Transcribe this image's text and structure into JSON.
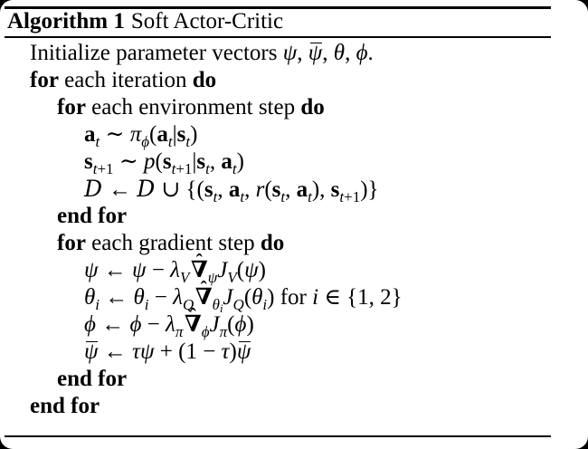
{
  "page": {
    "bg_outer": "#000000",
    "bg_card": "#ffffff",
    "text_color": "#000000",
    "rule_color": "#000000"
  },
  "symbols": {
    "hat": "ˆ"
  },
  "header": {
    "label": "Algorithm 1",
    "title": "Soft Actor-Critic"
  },
  "algorithm": {
    "lines": [
      {
        "indent": 0,
        "tokens": [
          {
            "t": "Initialize parameter vectors "
          },
          {
            "t": "ψ",
            "i": 1
          },
          {
            "t": ", "
          },
          {
            "t": "ψ",
            "i": 1,
            "bar": 1
          },
          {
            "t": ", "
          },
          {
            "t": "θ",
            "i": 1
          },
          {
            "t": ", "
          },
          {
            "t": "ϕ",
            "i": 1
          },
          {
            "t": "."
          }
        ]
      },
      {
        "indent": 0,
        "tokens": [
          {
            "t": "for",
            "b": 1
          },
          {
            "t": " each iteration "
          },
          {
            "t": "do",
            "b": 1
          }
        ]
      },
      {
        "indent": 1,
        "tokens": [
          {
            "t": "for",
            "b": 1
          },
          {
            "t": " each environment step "
          },
          {
            "t": "do",
            "b": 1
          }
        ]
      },
      {
        "indent": 2,
        "tokens": [
          {
            "t": "a",
            "bf": 1
          },
          {
            "t": "t",
            "i": 1,
            "sub": 1
          },
          {
            "t": " ∼ "
          },
          {
            "t": "π",
            "i": 1
          },
          {
            "t": "ϕ",
            "i": 1,
            "sub": 1
          },
          {
            "t": "("
          },
          {
            "t": "a",
            "bf": 1
          },
          {
            "t": "t",
            "i": 1,
            "sub": 1
          },
          {
            "t": "|"
          },
          {
            "t": "s",
            "bf": 1
          },
          {
            "t": "t",
            "i": 1,
            "sub": 1
          },
          {
            "t": ")"
          }
        ]
      },
      {
        "indent": 2,
        "tokens": [
          {
            "t": "s",
            "bf": 1
          },
          {
            "t": "t",
            "i": 1,
            "sub": 1
          },
          {
            "t": "+1",
            "sub": 1
          },
          {
            "t": " ∼ "
          },
          {
            "t": "p",
            "i": 1
          },
          {
            "t": "("
          },
          {
            "t": "s",
            "bf": 1
          },
          {
            "t": "t",
            "i": 1,
            "sub": 1
          },
          {
            "t": "+1",
            "sub": 1
          },
          {
            "t": "|"
          },
          {
            "t": "s",
            "bf": 1
          },
          {
            "t": "t",
            "i": 1,
            "sub": 1
          },
          {
            "t": ", "
          },
          {
            "t": "a",
            "bf": 1
          },
          {
            "t": "t",
            "i": 1,
            "sub": 1
          },
          {
            "t": ")"
          }
        ]
      },
      {
        "indent": 2,
        "tokens": [
          {
            "t": "D",
            "cal": 1
          },
          {
            "t": " ← "
          },
          {
            "t": "D",
            "cal": 1
          },
          {
            "t": " ∪ {("
          },
          {
            "t": "s",
            "bf": 1
          },
          {
            "t": "t",
            "i": 1,
            "sub": 1
          },
          {
            "t": ", "
          },
          {
            "t": "a",
            "bf": 1
          },
          {
            "t": "t",
            "i": 1,
            "sub": 1
          },
          {
            "t": ", "
          },
          {
            "t": "r",
            "i": 1
          },
          {
            "t": "("
          },
          {
            "t": "s",
            "bf": 1
          },
          {
            "t": "t",
            "i": 1,
            "sub": 1
          },
          {
            "t": ", "
          },
          {
            "t": "a",
            "bf": 1
          },
          {
            "t": "t",
            "i": 1,
            "sub": 1
          },
          {
            "t": "), "
          },
          {
            "t": "s",
            "bf": 1
          },
          {
            "t": "t",
            "i": 1,
            "sub": 1
          },
          {
            "t": "+1",
            "sub": 1
          },
          {
            "t": ")}"
          }
        ]
      },
      {
        "indent": 1,
        "tokens": [
          {
            "t": "end for",
            "b": 1
          }
        ]
      },
      {
        "indent": 1,
        "tokens": [
          {
            "t": "for",
            "b": 1
          },
          {
            "t": " each gradient step "
          },
          {
            "t": "do",
            "b": 1
          }
        ]
      },
      {
        "indent": 2,
        "tokens": [
          {
            "t": "ψ",
            "i": 1
          },
          {
            "t": " ← "
          },
          {
            "t": "ψ",
            "i": 1
          },
          {
            "t": " − "
          },
          {
            "t": "λ",
            "i": 1
          },
          {
            "t": "V",
            "i": 1,
            "sub": 1
          },
          {
            "t": "∇",
            "hat": 1
          },
          {
            "t": "ψ",
            "i": 1,
            "sub": 1
          },
          {
            "t": "J",
            "i": 1
          },
          {
            "t": "V",
            "i": 1,
            "sub": 1
          },
          {
            "t": "("
          },
          {
            "t": "ψ",
            "i": 1
          },
          {
            "t": ")"
          }
        ]
      },
      {
        "indent": 2,
        "tokens": [
          {
            "t": "θ",
            "i": 1
          },
          {
            "t": "i",
            "i": 1,
            "sub": 1
          },
          {
            "t": " ← "
          },
          {
            "t": "θ",
            "i": 1
          },
          {
            "t": "i",
            "i": 1,
            "sub": 1
          },
          {
            "t": " − "
          },
          {
            "t": "λ",
            "i": 1
          },
          {
            "t": "Q",
            "i": 1,
            "sub": 1
          },
          {
            "t": "∇",
            "hat": 1
          },
          {
            "t": "θ",
            "i": 1,
            "sub": 1
          },
          {
            "t": "i",
            "i": 1,
            "sub2": 1
          },
          {
            "t": "J",
            "i": 1
          },
          {
            "t": "Q",
            "i": 1,
            "sub": 1
          },
          {
            "t": "("
          },
          {
            "t": "θ",
            "i": 1
          },
          {
            "t": "i",
            "i": 1,
            "sub": 1
          },
          {
            "t": ") for "
          },
          {
            "t": "i",
            "i": 1
          },
          {
            "t": " ∈ {1, 2}"
          }
        ]
      },
      {
        "indent": 2,
        "tokens": [
          {
            "t": "ϕ",
            "i": 1
          },
          {
            "t": " ← "
          },
          {
            "t": "ϕ",
            "i": 1
          },
          {
            "t": " − "
          },
          {
            "t": "λ",
            "i": 1
          },
          {
            "t": "π",
            "i": 1,
            "sub": 1
          },
          {
            "t": "∇",
            "hat": 1
          },
          {
            "t": "ϕ",
            "i": 1,
            "sub": 1
          },
          {
            "t": "J",
            "i": 1
          },
          {
            "t": "π",
            "i": 1,
            "sub": 1
          },
          {
            "t": "("
          },
          {
            "t": "ϕ",
            "i": 1
          },
          {
            "t": ")"
          }
        ]
      },
      {
        "indent": 2,
        "tokens": [
          {
            "t": "ψ",
            "i": 1,
            "bar": 1
          },
          {
            "t": " ← "
          },
          {
            "t": "τ",
            "i": 1
          },
          {
            "t": "ψ",
            "i": 1
          },
          {
            "t": " + (1 − "
          },
          {
            "t": "τ",
            "i": 1
          },
          {
            "t": ")"
          },
          {
            "t": "ψ",
            "i": 1,
            "bar": 1
          }
        ]
      },
      {
        "indent": 1,
        "tokens": [
          {
            "t": "end for",
            "b": 1
          }
        ]
      },
      {
        "indent": 0,
        "tokens": [
          {
            "t": "end for",
            "b": 1
          }
        ]
      }
    ]
  }
}
